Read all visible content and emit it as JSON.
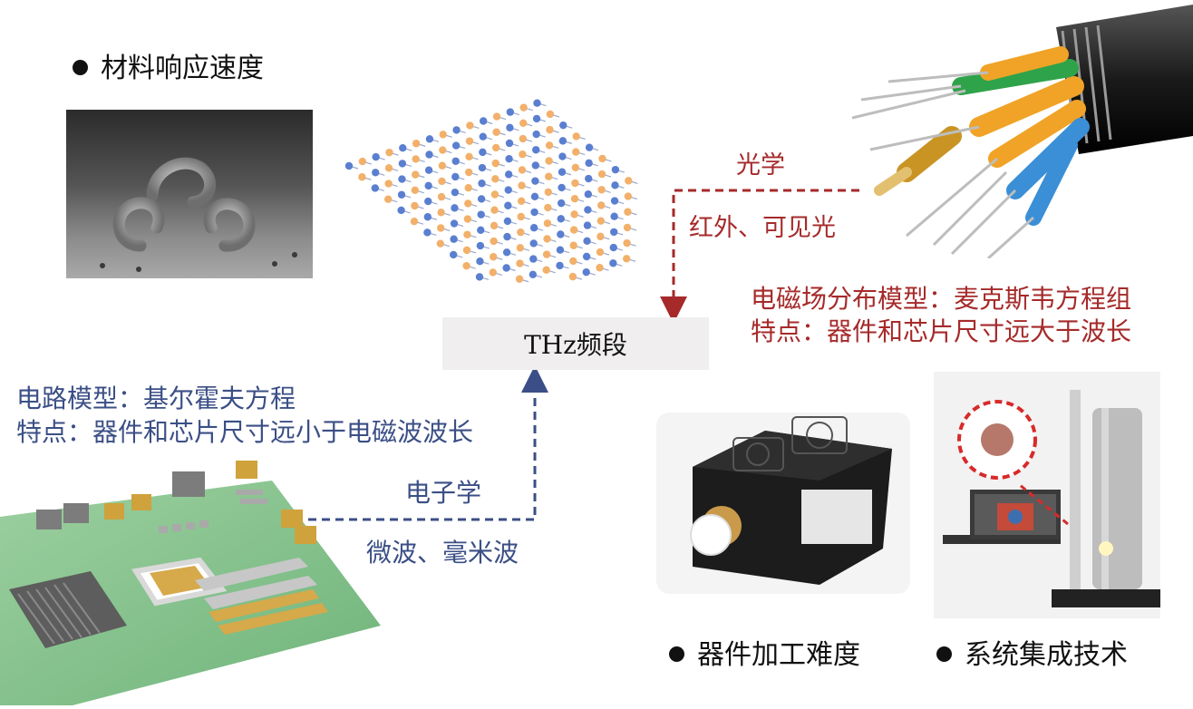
{
  "center": {
    "label": "THz频段"
  },
  "bullets": {
    "material_speed": "材料响应速度",
    "device_processing": "器件加工难度",
    "system_integration": "系统集成技术"
  },
  "optics": {
    "title": "光学",
    "range": "红外、可见光",
    "model": "电磁场分布模型：麦克斯韦方程组",
    "feature": "特点：器件和芯片尺寸远大于波长"
  },
  "electronics": {
    "model": "电路模型：基尔霍夫方程",
    "feature": "特点：器件和芯片尺寸远小于电磁波波长",
    "title": "电子学",
    "range": "微波、毫米波"
  },
  "colors": {
    "electronics": "#3b4f86",
    "optics": "#a62a2a"
  }
}
